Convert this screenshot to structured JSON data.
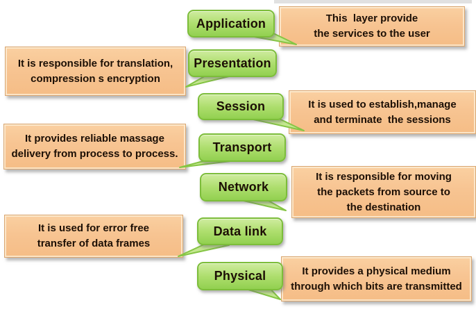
{
  "diagram_title": "OSI model layers with descriptions",
  "colors": {
    "layer_box_green_top": "#cfec9f",
    "layer_box_green_bottom": "#92d050",
    "layer_box_border": "#7cbd3a",
    "description_box_peach": "#f7c492",
    "description_box_border": "#d9a671",
    "tail_fill": "#c4e790",
    "tail_stroke": "#85c544",
    "text": "#1c0f05",
    "background": "#ffffff"
  },
  "layers": [
    {
      "name": "Application",
      "description": "This  layer provide\nthe services to the user",
      "description_side": "right"
    },
    {
      "name": "Presentation",
      "description": "It is responsible for translation,\ncompression s encryption",
      "description_side": "left"
    },
    {
      "name": "Session",
      "description": "It is used to establish,manage\nand terminate  the sessions",
      "description_side": "right"
    },
    {
      "name": "Transport",
      "description": "It provides reliable massage\ndelivery from process to process.",
      "description_side": "left"
    },
    {
      "name": "Network",
      "description": "It is responsible for moving\nthe packets from source to\nthe destination",
      "description_side": "right"
    },
    {
      "name": "Data link",
      "description": "It is used for error free\ntransfer of data frames",
      "description_side": "left"
    },
    {
      "name": "Physical",
      "description": "It provides a physical medium\nthrough which bits are transmitted",
      "description_side": "right"
    }
  ]
}
